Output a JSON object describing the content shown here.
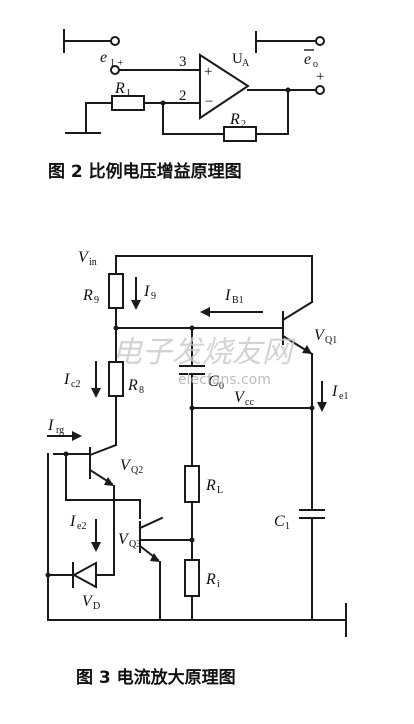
{
  "figure2": {
    "caption": "图 2   比例电压增益原理图",
    "labels": {
      "e1_input": "e",
      "e1_sub": "1 +",
      "pin3": "3",
      "pin2": "2",
      "plus": "+",
      "minus": "−",
      "opamp": "U",
      "opamp_sub": "A",
      "eo": "e",
      "eo_sub": "o",
      "eo_plus": "+",
      "r1": "R",
      "r1_sub": "1",
      "r2": "R",
      "r2_sub": "2"
    }
  },
  "figure3": {
    "caption": "图 3   电流放大原理图",
    "labels": {
      "vin": "V",
      "vin_sub": "in",
      "r9": "R",
      "r9_sub": "9",
      "i9": "I",
      "i9_sub": "9",
      "ib1": "I",
      "ib1_sub": "B1",
      "vq1": "V",
      "vq1_sub": "Q1",
      "ic2_top": "I",
      "ic2_top_sub": "c2",
      "r8": "R",
      "r8_sub": "8",
      "c0": "C",
      "c0_sub": "0",
      "ie1": "I",
      "ie1_sub": "e1",
      "vcc": "V",
      "vcc_sub": "cc",
      "irg": "I",
      "irg_sub": "rg",
      "vq2": "V",
      "vq2_sub": "Q2",
      "rl": "R",
      "rl_sub": "L",
      "ie2": "I",
      "ie2_sub": "e2",
      "vq3": "V",
      "vq3_sub": "Q3",
      "c1": "C",
      "c1_sub": "1",
      "ri": "R",
      "ri_sub": "i",
      "vd": "V",
      "vd_sub": "D"
    }
  },
  "watermark": {
    "cn": "电子发烧友网",
    "url": "elecfans.com"
  }
}
